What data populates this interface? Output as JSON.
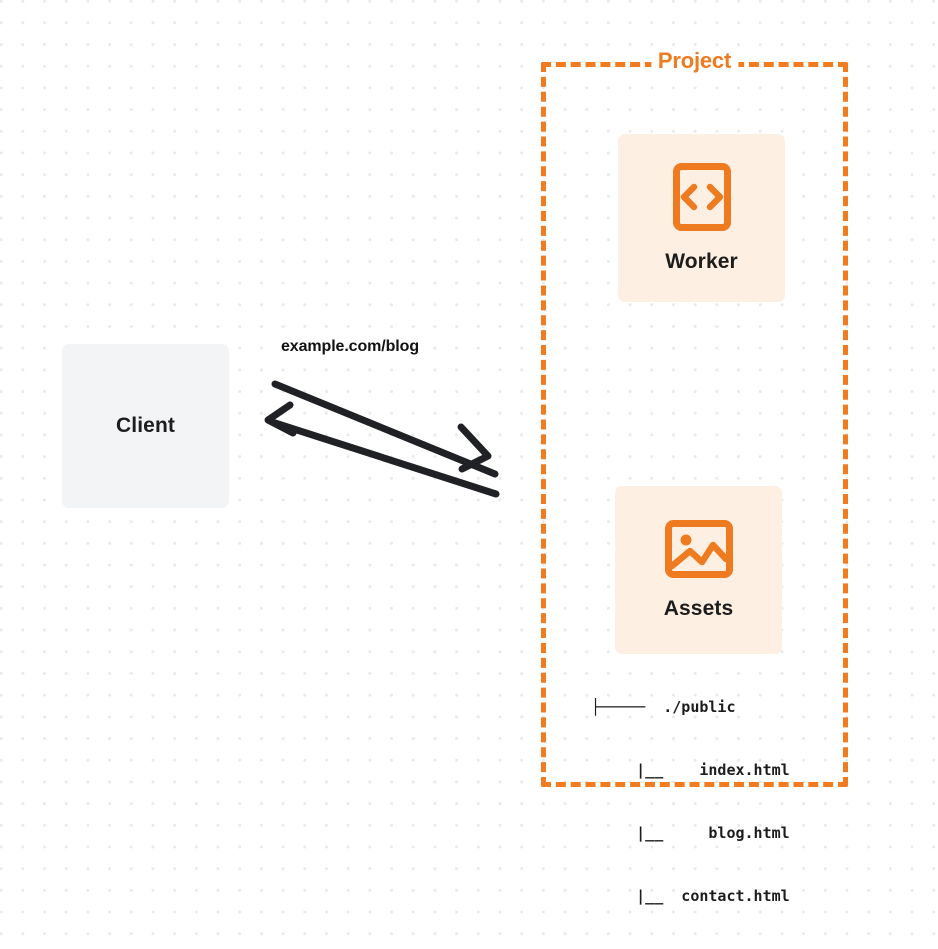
{
  "diagram": {
    "title": "Project",
    "background": "dot-grid",
    "colors": {
      "accent_orange": "#ef7b21",
      "border_orange": "#f07c1f",
      "card_bg": "#fdf0e3",
      "client_bg": "#f3f4f6",
      "text": "#1d1d1d",
      "arrow": "#1f2124",
      "grid_dot": "#e9e9ea"
    }
  },
  "client": {
    "label": "Client",
    "icon": "none"
  },
  "connection": {
    "label": "example.com/blog",
    "arrows": [
      {
        "name": "response-arrow",
        "direction": "left",
        "from": "project",
        "to": "client"
      },
      {
        "name": "request-arrow",
        "direction": "right",
        "from": "client",
        "to": "project"
      }
    ]
  },
  "project": {
    "title": "Project",
    "nodes": [
      {
        "id": "worker",
        "label": "Worker",
        "icon": "code-brackets-icon"
      },
      {
        "id": "assets",
        "label": "Assets",
        "icon": "image-icon"
      }
    ]
  },
  "asset_tree": {
    "rows": [
      "├─────  ./public",
      "     |__    index.html",
      "     |__     blog.html",
      "     |__  contact.html"
    ]
  }
}
